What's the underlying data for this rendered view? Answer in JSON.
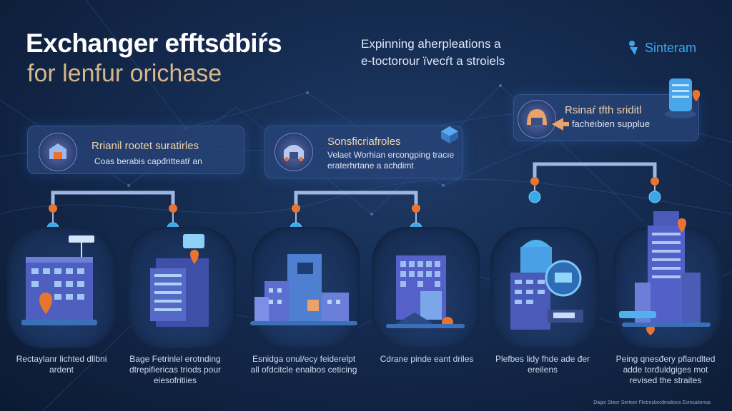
{
  "header": {
    "title_line1": "Exchanger efftsđbiŕs",
    "title_line2": "for lenfur orichase",
    "subtitle_line1": "Expinning aherpleations a",
    "subtitle_line2": "e-toctorour їvecŕt a stroiels",
    "brand": "Sinteram"
  },
  "groups": [
    {
      "title": "Rrianil rootet suratirles",
      "desc": "Coas berabis capđritteatř an"
    },
    {
      "title": "Sonsficriafroles",
      "desc": "Velaet Worhian ercongping tracıe eraterhrtane a achdimt"
    },
    {
      "title": "Rsinaŕ tfth sriditl",
      "desc": "facheıbien supplue"
    }
  ],
  "cards": [
    {
      "label": "Rectaylanr lichted dllbni ardent"
    },
    {
      "label": "Bage Fetrinlel erotnding dtrepifiericas triods pour eiesofritiies"
    },
    {
      "label": "Esnidga onul/ecy feiderelpt all ofdcitcle enalbos ceticing"
    },
    {
      "label": "Cdrane pinde eant driles"
    },
    {
      "label": "Plefbes lidy fhde ade đer ereilens"
    },
    {
      "label": "Peing qnesđery pflandlted adde torđuldgiges mot revised the straites"
    }
  ],
  "footer": {
    "credit": "Dagic Steer Serteer Fletresbordinalions Evinsalionsa"
  },
  "colors": {
    "background": "#142a4e",
    "accent": "#3fa6ee",
    "orange_pin": "#e8742f",
    "tan_title": "#d7b68a"
  }
}
